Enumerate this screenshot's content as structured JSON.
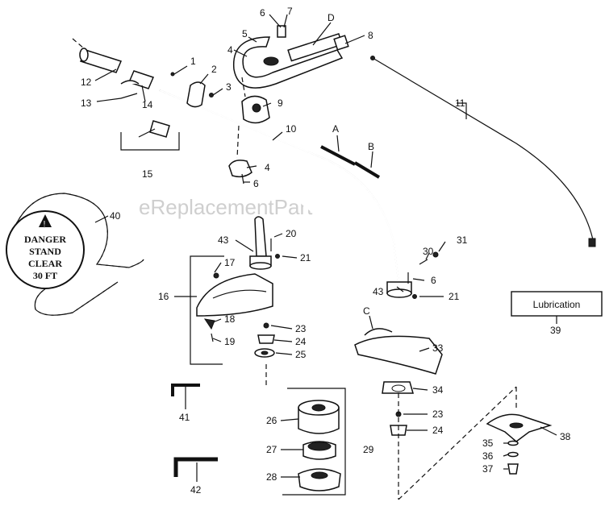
{
  "watermark": "eReplacementParts.com",
  "danger_sign": {
    "line1": "DANGER",
    "line2": "STAND",
    "line3": "CLEAR",
    "line4": "30 FT"
  },
  "lubrication_label": "Lubrication",
  "part_labels": {
    "p1": "1",
    "p2": "2",
    "p3": "3",
    "p4a": "4",
    "p4b": "4",
    "p5": "5",
    "p6a": "6",
    "p6b": "6",
    "p6c": "6",
    "p7": "7",
    "p8": "8",
    "p9": "9",
    "p10": "10",
    "p11": "11",
    "p12": "12",
    "p13": "13",
    "p14": "14",
    "p15": "15",
    "p16": "16",
    "p17": "17",
    "p18": "18",
    "p19": "19",
    "p20": "20",
    "p21a": "21",
    "p21b": "21",
    "p23a": "23",
    "p23b": "23",
    "p24a": "24",
    "p24b": "24",
    "p25": "25",
    "p26": "26",
    "p27": "27",
    "p28": "28",
    "p29": "29",
    "p30": "30",
    "p31": "31",
    "p33": "33",
    "p34": "34",
    "p35": "35",
    "p36": "36",
    "p37": "37",
    "p38": "38",
    "p39": "39",
    "p40": "40",
    "p41": "41",
    "p42": "42",
    "p43a": "43",
    "p43b": "43",
    "pA": "A",
    "pB": "B",
    "pC": "C",
    "pD": "D"
  }
}
